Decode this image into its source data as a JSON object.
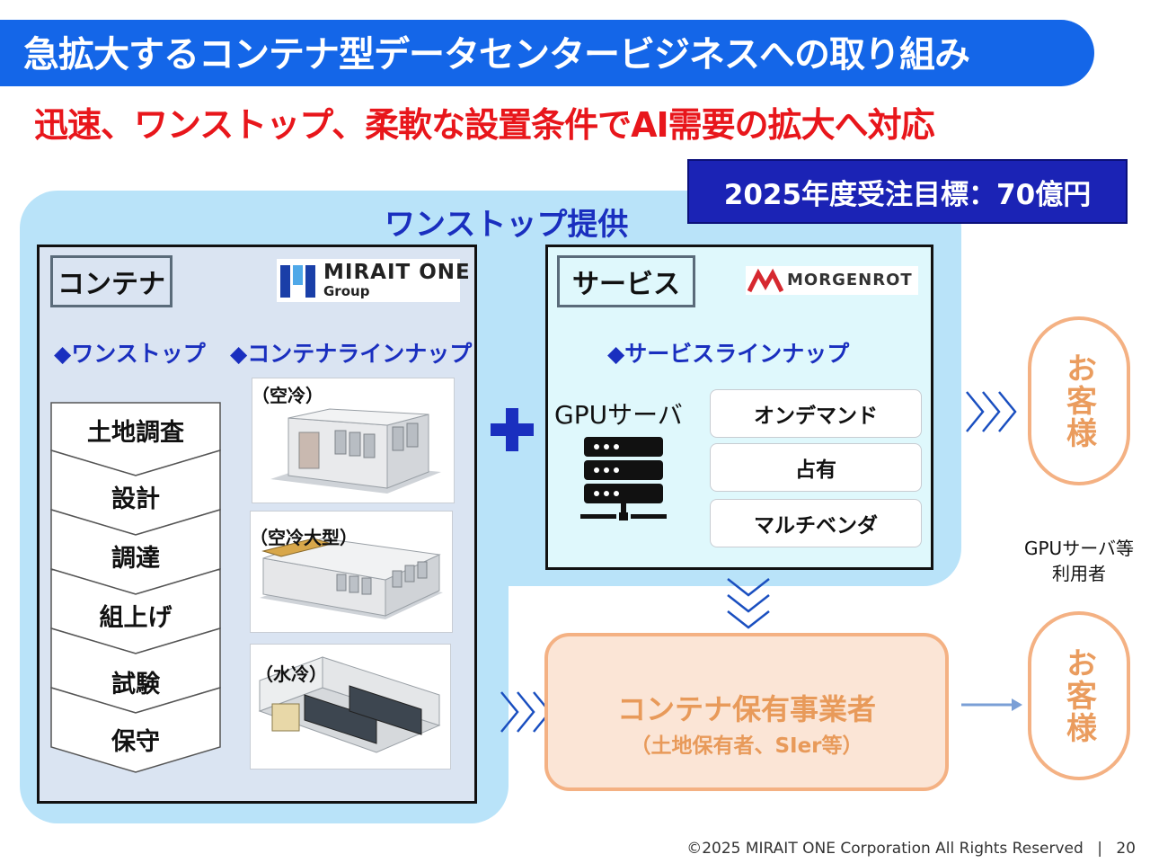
{
  "title": "急拡大するコンテナ型データセンタービジネスへの取り組み",
  "subtitle": "迅速、ワンストップ、柔軟な設置条件でAI需要の拡大へ対応",
  "target": "2025年度受注目標：70億円",
  "onestop_label": "ワンストップ提供",
  "container": {
    "tag": "コンテナ",
    "logo_main": "MIRAIT ONE",
    "logo_sub": "Group",
    "onestop_heading": "◆ワンストップ",
    "lineup_heading": "◆コンテナラインナップ",
    "steps": [
      "土地調査",
      "設計",
      "調達",
      "組上げ",
      "試験",
      "保守"
    ],
    "photos": [
      "（空冷）",
      "（空冷大型）",
      "（水冷）"
    ]
  },
  "plus": "+",
  "service": {
    "tag": "サービス",
    "logo": "MORGENROT",
    "heading": "◆サービスラインナップ",
    "gpu_label": "GPUサーバ",
    "options": [
      "オンデマンド",
      "占有",
      "マルチベンダ"
    ]
  },
  "customer_circle": "お客様",
  "gpu_users": [
    "GPUサーバ等",
    "利用者"
  ],
  "owner": {
    "title": "コンテナ保有事業者",
    "sub": "（土地保有者、SIer等）"
  },
  "footer": {
    "copyright": "©2025 MIRAIT ONE Corporation All Rights Reserved",
    "separator": "|",
    "page": "20"
  },
  "colors": {
    "title_blue": "#1466e8",
    "subtitle_red": "#e8161b",
    "target_navy": "#1b23b5",
    "onestop_bg": "#b9e3f9",
    "orange_border": "#f4b183",
    "orange_fill": "#fbe5d6"
  }
}
